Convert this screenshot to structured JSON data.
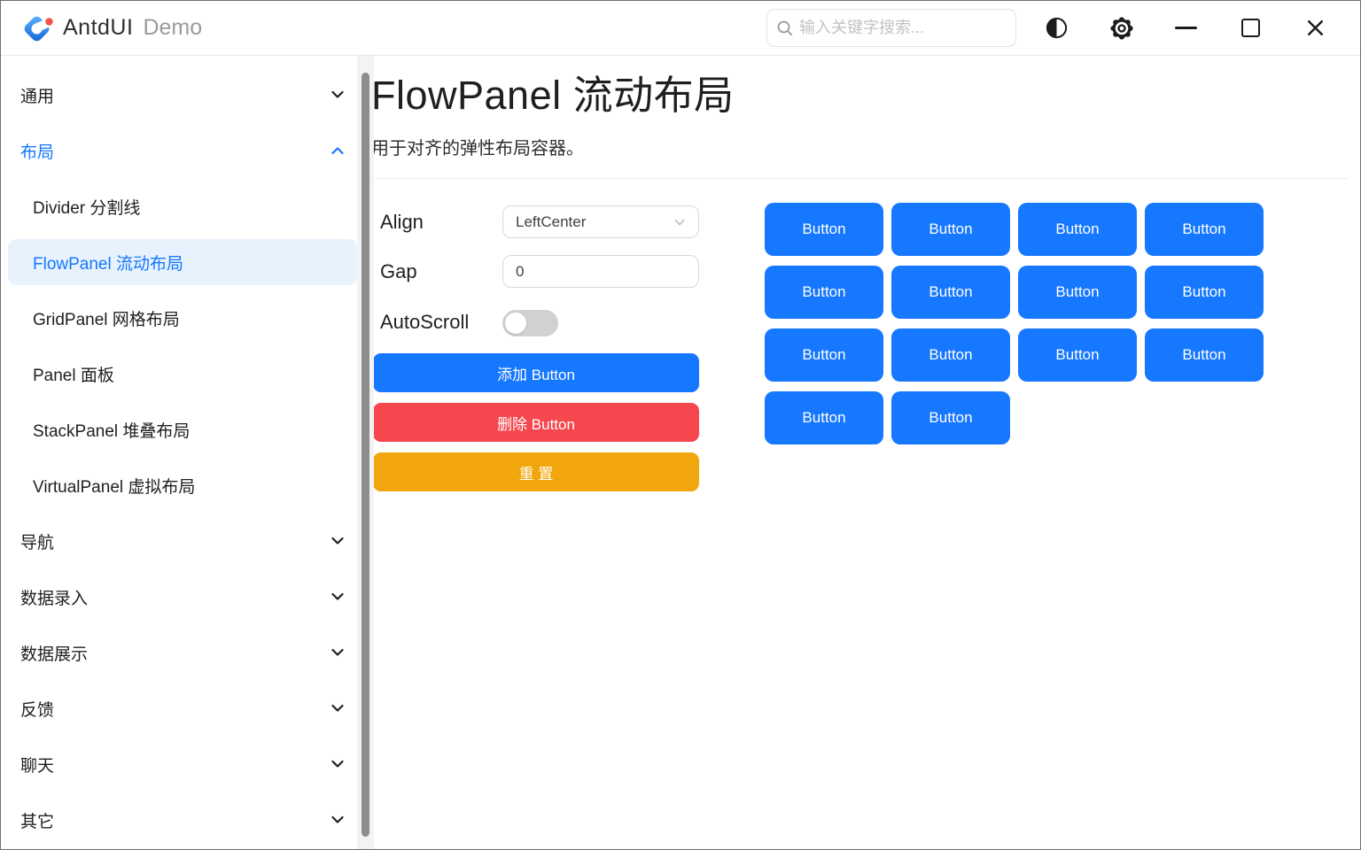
{
  "colors": {
    "primary": "#1677FF",
    "danger": "#F6474F",
    "warning": "#F2A60D",
    "selected_item_bg": "#E7F2FD"
  },
  "titlebar": {
    "app_name": "AntdUI",
    "app_subtitle": "Demo",
    "search_placeholder": "输入关键字搜索...",
    "icons": [
      "app-logo",
      "search",
      "theme-contrast",
      "gear",
      "minimize",
      "maximize",
      "close"
    ]
  },
  "sidebar": {
    "items": [
      {
        "name": "general",
        "label": "通用",
        "type": "group",
        "state": "collapsed"
      },
      {
        "name": "layout",
        "label": "布局",
        "type": "group",
        "state": "expanded"
      },
      {
        "name": "divider",
        "label": "Divider 分割线",
        "type": "child"
      },
      {
        "name": "flowpanel",
        "label": "FlowPanel 流动布局",
        "type": "child",
        "selected": true
      },
      {
        "name": "gridpanel",
        "label": "GridPanel 网格布局",
        "type": "child"
      },
      {
        "name": "panel",
        "label": "Panel 面板",
        "type": "child"
      },
      {
        "name": "stackpanel",
        "label": "StackPanel 堆叠布局",
        "type": "child"
      },
      {
        "name": "virtualpanel",
        "label": "VirtualPanel 虚拟布局",
        "type": "child"
      },
      {
        "name": "navigation",
        "label": "导航",
        "type": "group",
        "state": "collapsed"
      },
      {
        "name": "data-entry",
        "label": "数据录入",
        "type": "group",
        "state": "collapsed"
      },
      {
        "name": "data-display",
        "label": "数据展示",
        "type": "group",
        "state": "collapsed"
      },
      {
        "name": "feedback",
        "label": "反馈",
        "type": "group",
        "state": "collapsed"
      },
      {
        "name": "chat",
        "label": "聊天",
        "type": "group",
        "state": "collapsed"
      },
      {
        "name": "other",
        "label": "其它",
        "type": "group",
        "state": "collapsed"
      }
    ]
  },
  "main": {
    "title": "FlowPanel 流动布局",
    "subtitle": "用于对齐的弹性布局容器。",
    "controls": {
      "align_label": "Align",
      "align_value": "LeftCenter",
      "gap_label": "Gap",
      "gap_value": "0",
      "autoscroll_label": "AutoScroll",
      "autoscroll_state": "off",
      "add_label": "添加 Button",
      "delete_label": "删除 Button",
      "reset_label": "重 置"
    },
    "flow": {
      "label": "Button",
      "count": 14,
      "per_row": 4
    }
  }
}
